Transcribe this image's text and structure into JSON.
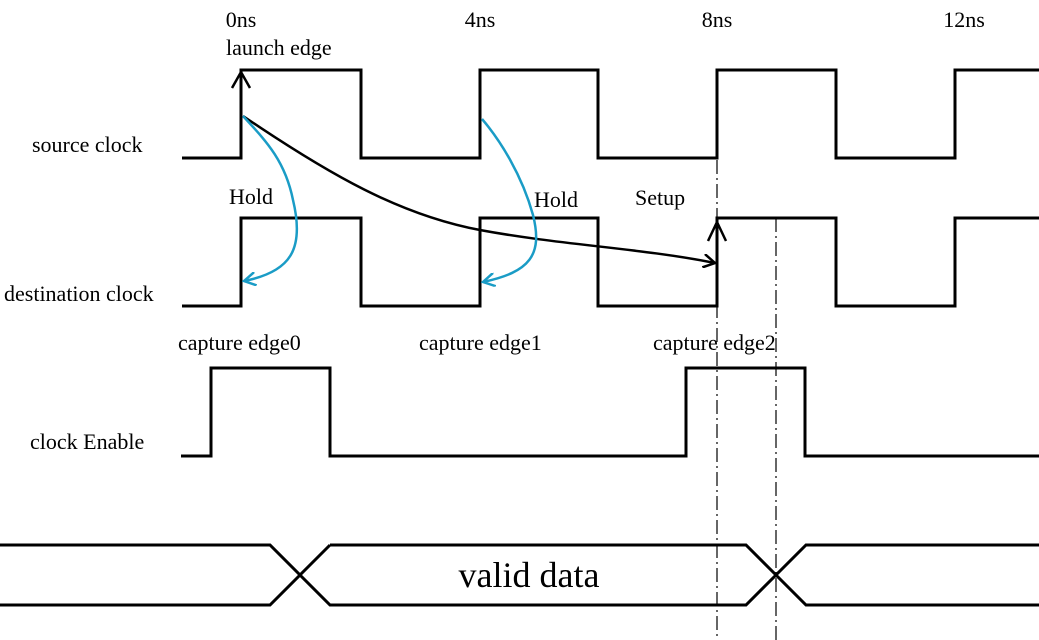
{
  "time_axis": {
    "labels": [
      "0ns",
      "4ns",
      "8ns",
      "12ns"
    ]
  },
  "signals": [
    {
      "name": "source clock",
      "type": "clock",
      "period_ns": 4,
      "edges_ns": [
        0,
        2,
        4,
        6,
        8,
        10,
        12
      ]
    },
    {
      "name": "destination clock",
      "type": "clock",
      "period_ns": 4,
      "edges_ns": [
        0,
        2,
        4,
        6,
        8,
        10,
        12
      ]
    },
    {
      "name": "clock Enable",
      "type": "pulse",
      "high_intervals_ns": [
        [
          -0.5,
          1.5
        ],
        [
          7.5,
          9.5
        ]
      ]
    },
    {
      "name": "data",
      "type": "bus",
      "transitions_ns": [
        1,
        9
      ],
      "segment_label": "valid data"
    }
  ],
  "labels": {
    "launch_edge": "launch edge",
    "hold_0": "Hold",
    "hold_1": "Hold",
    "setup": "Setup",
    "capture_edge0": "capture edge0",
    "capture_edge1": "capture edge1",
    "capture_edge2": "capture edge2",
    "valid_data": "valid data"
  },
  "signal_labels": {
    "source_clock": "source clock",
    "destination_clock": "destination clock",
    "clock_enable": "clock Enable"
  },
  "colors": {
    "hold_arrow": "#1a9cc6",
    "setup_arrow": "#000000",
    "waveform": "#000000"
  }
}
